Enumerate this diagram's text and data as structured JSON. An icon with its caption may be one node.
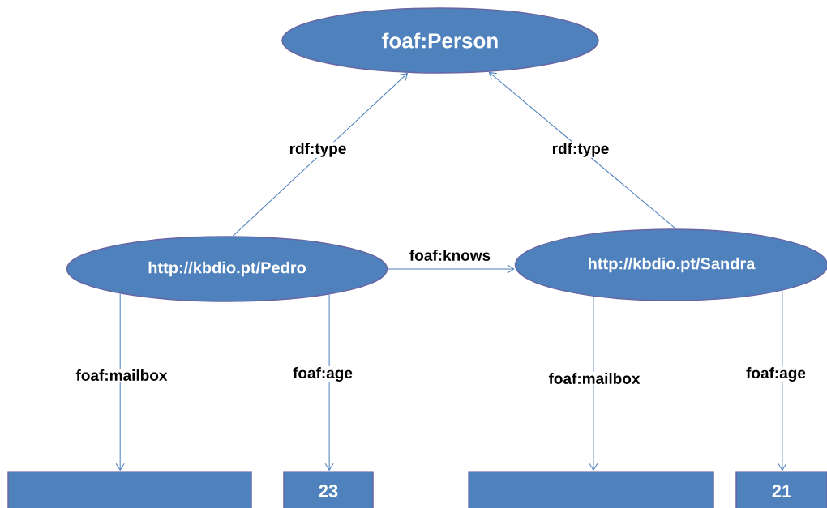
{
  "diagram": {
    "nodes": [
      {
        "text": [
          "foaf:Person"
        ]
      },
      {
        "text": [
          "http://kbdio.pt/Pedro"
        ]
      },
      {
        "text": [
          "http://kbdio.pt/Sandra"
        ]
      },
      {
        "text": [],
        "shape": "box"
      },
      {
        "text": [
          "23"
        ]
      },
      {
        "text": [],
        "shape": "box"
      },
      {
        "text": [
          "21"
        ]
      }
    ],
    "edges": [
      {
        "from": 1,
        "to": 0,
        "arrow": "to",
        "label": "rdf:type"
      },
      {
        "from": 2,
        "to": 0,
        "arrow": "to",
        "label": "rdf:type"
      },
      {
        "from": 1,
        "to": 2,
        "arrow": "to",
        "label": "foaf:knows"
      },
      {
        "from": 1,
        "to": 3,
        "arrow": "to",
        "label": "foaf:mailbox"
      },
      {
        "from": 1,
        "to": 4,
        "arrow": "to",
        "label": "foaf:age"
      },
      {
        "from": 2,
        "to": 5,
        "arrow": "to",
        "label": "foaf:mailbox"
      },
      {
        "from": 2,
        "to": 6,
        "arrow": "to",
        "label": "foaf:age"
      }
    ]
  }
}
